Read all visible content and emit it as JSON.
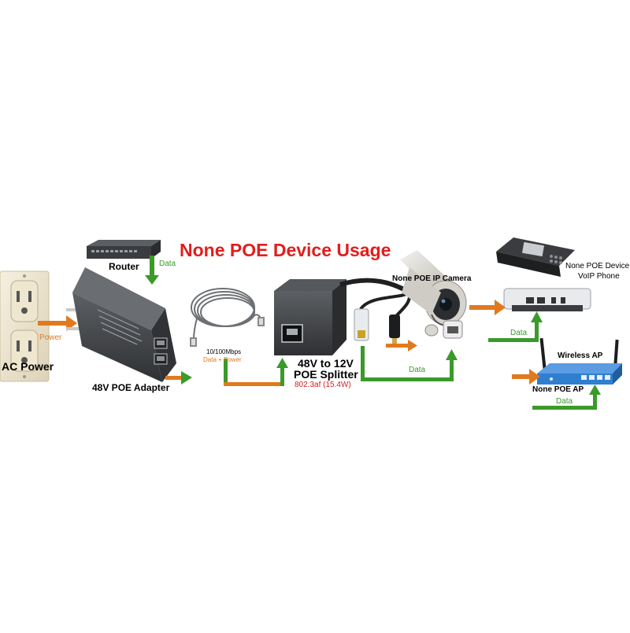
{
  "title": "None POE Device Usage",
  "colors": {
    "title": "#e11d1d",
    "data_arrow": "#3a9a2a",
    "power_arrow": "#e07a1e",
    "spec_text": "#d42020",
    "wireless_ap": "#2f7fd1"
  },
  "labels": {
    "router": "Router",
    "data_router": "Data",
    "power": "Power",
    "ac_power": "AC Power",
    "adapter": "48V POE Adapter",
    "cable_speed": "10/100Mbps",
    "cable_payload": "Data + Power",
    "splitter_line1": "48V to 12V",
    "splitter_line2": "POE Splitter",
    "splitter_spec": "802.3af (15.4W)",
    "camera": "None POE IP Camera",
    "data_camera": "Data",
    "phone_line1": "None POE Device",
    "phone_line2": "VoIP Phone",
    "data_phone": "Data",
    "wireless_ap": "Wireless AP",
    "ap_label": "None POE AP",
    "data_ap": "Data"
  },
  "icons": {
    "outlet": "wall-outlet-icon",
    "router": "network-switch-icon",
    "adapter": "poe-adapter-icon",
    "cable": "ethernet-cable-icon",
    "splitter": "poe-splitter-icon",
    "camera": "ip-camera-icon",
    "phone": "voip-phone-icon",
    "ap": "wireless-ap-icon"
  }
}
